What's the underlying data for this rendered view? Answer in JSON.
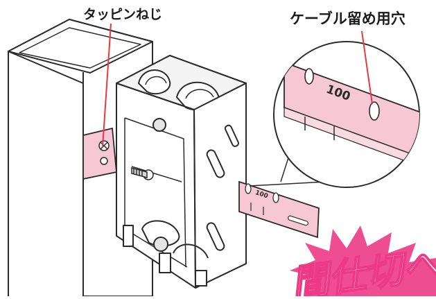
{
  "labels": {
    "tapping_screw": "タッピンねじ",
    "cable_hole": "ケーブル留め用穴"
  },
  "scale_marks": {
    "zoom": "100",
    "small": "100"
  },
  "banner": {
    "text": "間仕切へ"
  },
  "colors": {
    "pink": "#f6c8d6",
    "leader_red": "#e8383d",
    "line": "#2a2a2a",
    "burst": "#ec3a86"
  }
}
